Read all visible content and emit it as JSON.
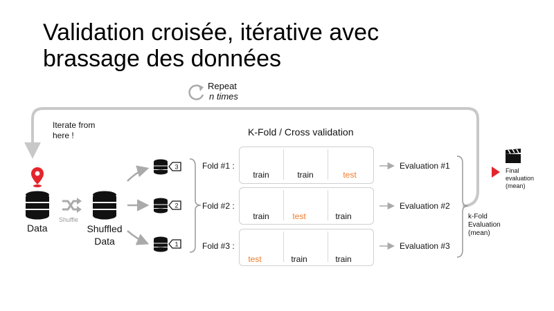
{
  "title": {
    "line1": "Validation croisée, itérative avec",
    "line2": "brassage des données"
  },
  "repeat": {
    "line1": "Repeat",
    "line2": "n times"
  },
  "iterate": {
    "line1": "Iterate from",
    "line2": "here !"
  },
  "data_label": "Data",
  "shuffle_label": "Shuffle",
  "shuffled_data": {
    "line1": "Shuffled",
    "line2": "Data"
  },
  "kfold_title": "K-Fold / Cross validation",
  "splits": [
    "3",
    "2",
    "1"
  ],
  "folds": [
    {
      "label": "Fold #1 :",
      "evaluation": "Evaluation #1",
      "cells": [
        {
          "num": "1",
          "role": "train"
        },
        {
          "num": "2",
          "role": "train"
        },
        {
          "num": "3",
          "role": "test"
        }
      ]
    },
    {
      "label": "Fold #2 :",
      "evaluation": "Evaluation #2",
      "cells": [
        {
          "num": "1",
          "role": "train"
        },
        {
          "num": "2",
          "role": "test"
        },
        {
          "num": "3",
          "role": "train"
        }
      ]
    },
    {
      "label": "Fold #3 :",
      "evaluation": "Evaluation #3",
      "cells": [
        {
          "num": "1",
          "role": "test"
        },
        {
          "num": "2",
          "role": "train"
        },
        {
          "num": "3",
          "role": "train"
        }
      ]
    }
  ],
  "kfold_eval": {
    "line1": "k-Fold",
    "line2": "Evaluation",
    "line3": "(mean)"
  },
  "final_eval": {
    "line1": "Final",
    "line2": "evaluation",
    "line3": "(mean)"
  },
  "icons": {
    "pin": "map-pin-icon",
    "shuffle": "shuffle-icon",
    "repeat": "repeat-icon",
    "database": "database-icon",
    "clapperboard": "clapperboard-icon",
    "play": "play-triangle-icon"
  },
  "colors": {
    "accent": "#ef7b2a",
    "pin": "#e4252c",
    "arrow": "#aaaaaa",
    "line": "#c8c8c8",
    "play": "#e4252c"
  }
}
